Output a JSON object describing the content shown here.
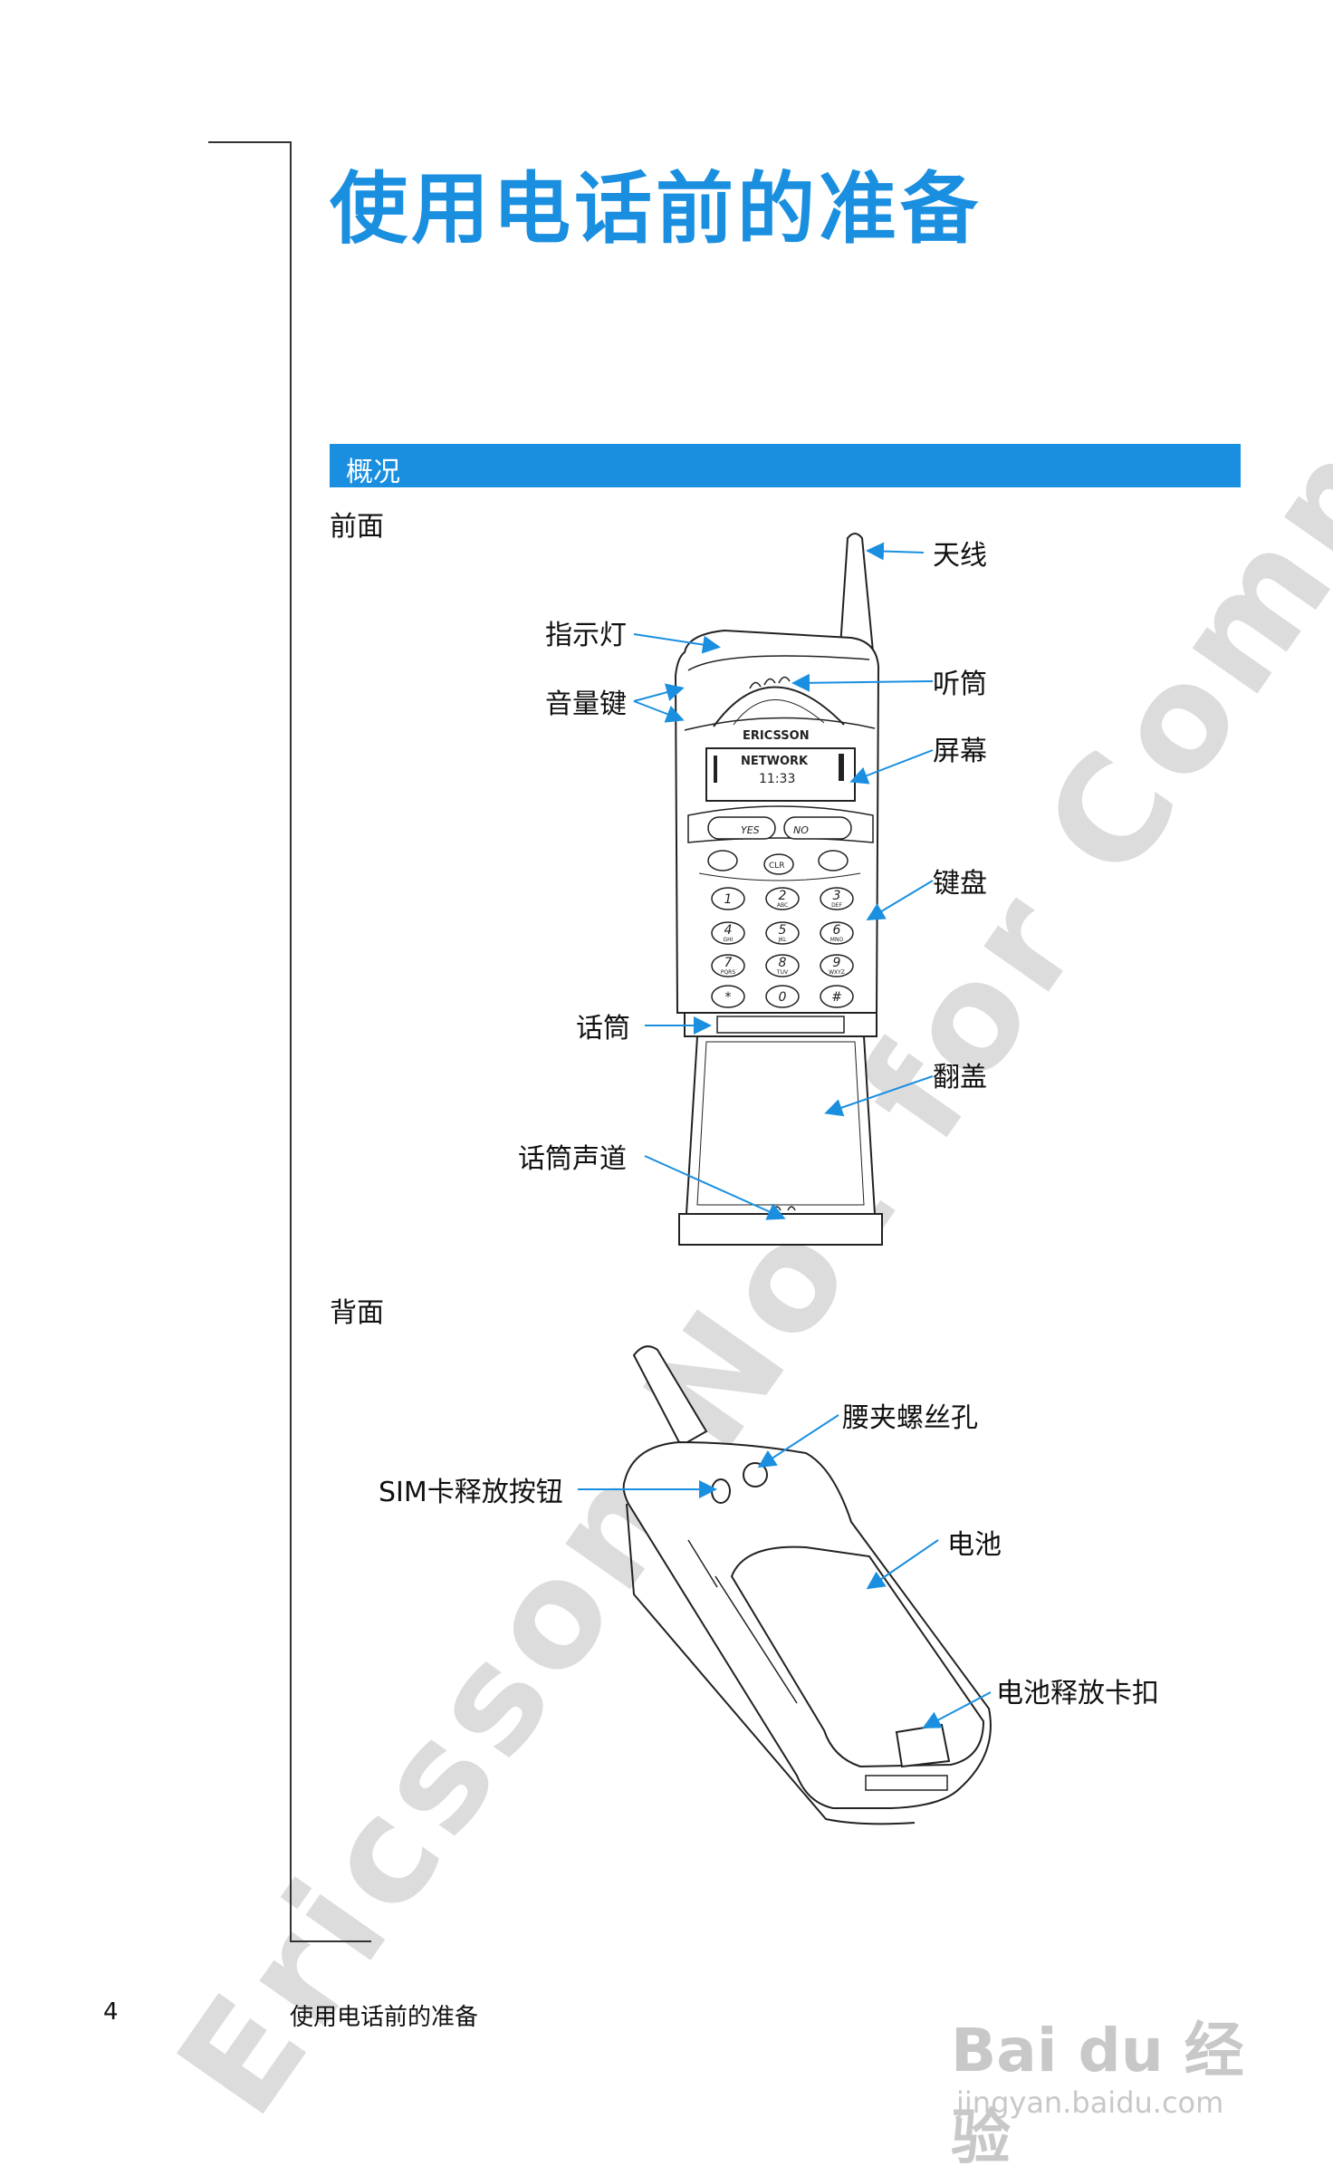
{
  "page": {
    "title": "使用电话前的准备",
    "section_header": "概况",
    "front_heading": "前面",
    "back_heading": "背面"
  },
  "front_labels": {
    "antenna": "天线",
    "indicator": "指示灯",
    "volume": "音量键",
    "earpiece": "听筒",
    "screen": "屏幕",
    "keypad": "键盘",
    "microphone": "话筒",
    "flip": "翻盖",
    "mic_channel": "话筒声道"
  },
  "back_labels": {
    "belt_clip": "腰夹螺丝孔",
    "sim_release": "SIM卡释放按钮",
    "battery": "电池",
    "battery_release": "电池释放卡扣"
  },
  "phone_front": {
    "brand": "ERICSSON",
    "display_line1": "NETWORK",
    "display_line2": "11:33",
    "key_yes": "YES",
    "key_no": "NO",
    "key_clr": "CLR",
    "keys": [
      {
        "d": "1",
        "s": ""
      },
      {
        "d": "2",
        "s": "ABC"
      },
      {
        "d": "3",
        "s": "DEF"
      },
      {
        "d": "4",
        "s": "GHI"
      },
      {
        "d": "5",
        "s": "JKL"
      },
      {
        "d": "6",
        "s": "MNO"
      },
      {
        "d": "7",
        "s": "PQRS"
      },
      {
        "d": "8",
        "s": "TUV"
      },
      {
        "d": "9",
        "s": "WXYZ"
      },
      {
        "d": "*",
        "s": ""
      },
      {
        "d": "0",
        "s": ""
      },
      {
        "d": "#",
        "s": ""
      }
    ]
  },
  "footer": {
    "page_number": "4",
    "running_title": "使用电话前的准备"
  },
  "watermark": "Ericsson Not for Commercial Use Ericsson Mobile Communications AB",
  "brand_logo": {
    "main": "Bai du 经验",
    "sub": "jingyan.baidu.com"
  },
  "colors": {
    "accent": "#1a8fe0",
    "rule": "#333333"
  }
}
